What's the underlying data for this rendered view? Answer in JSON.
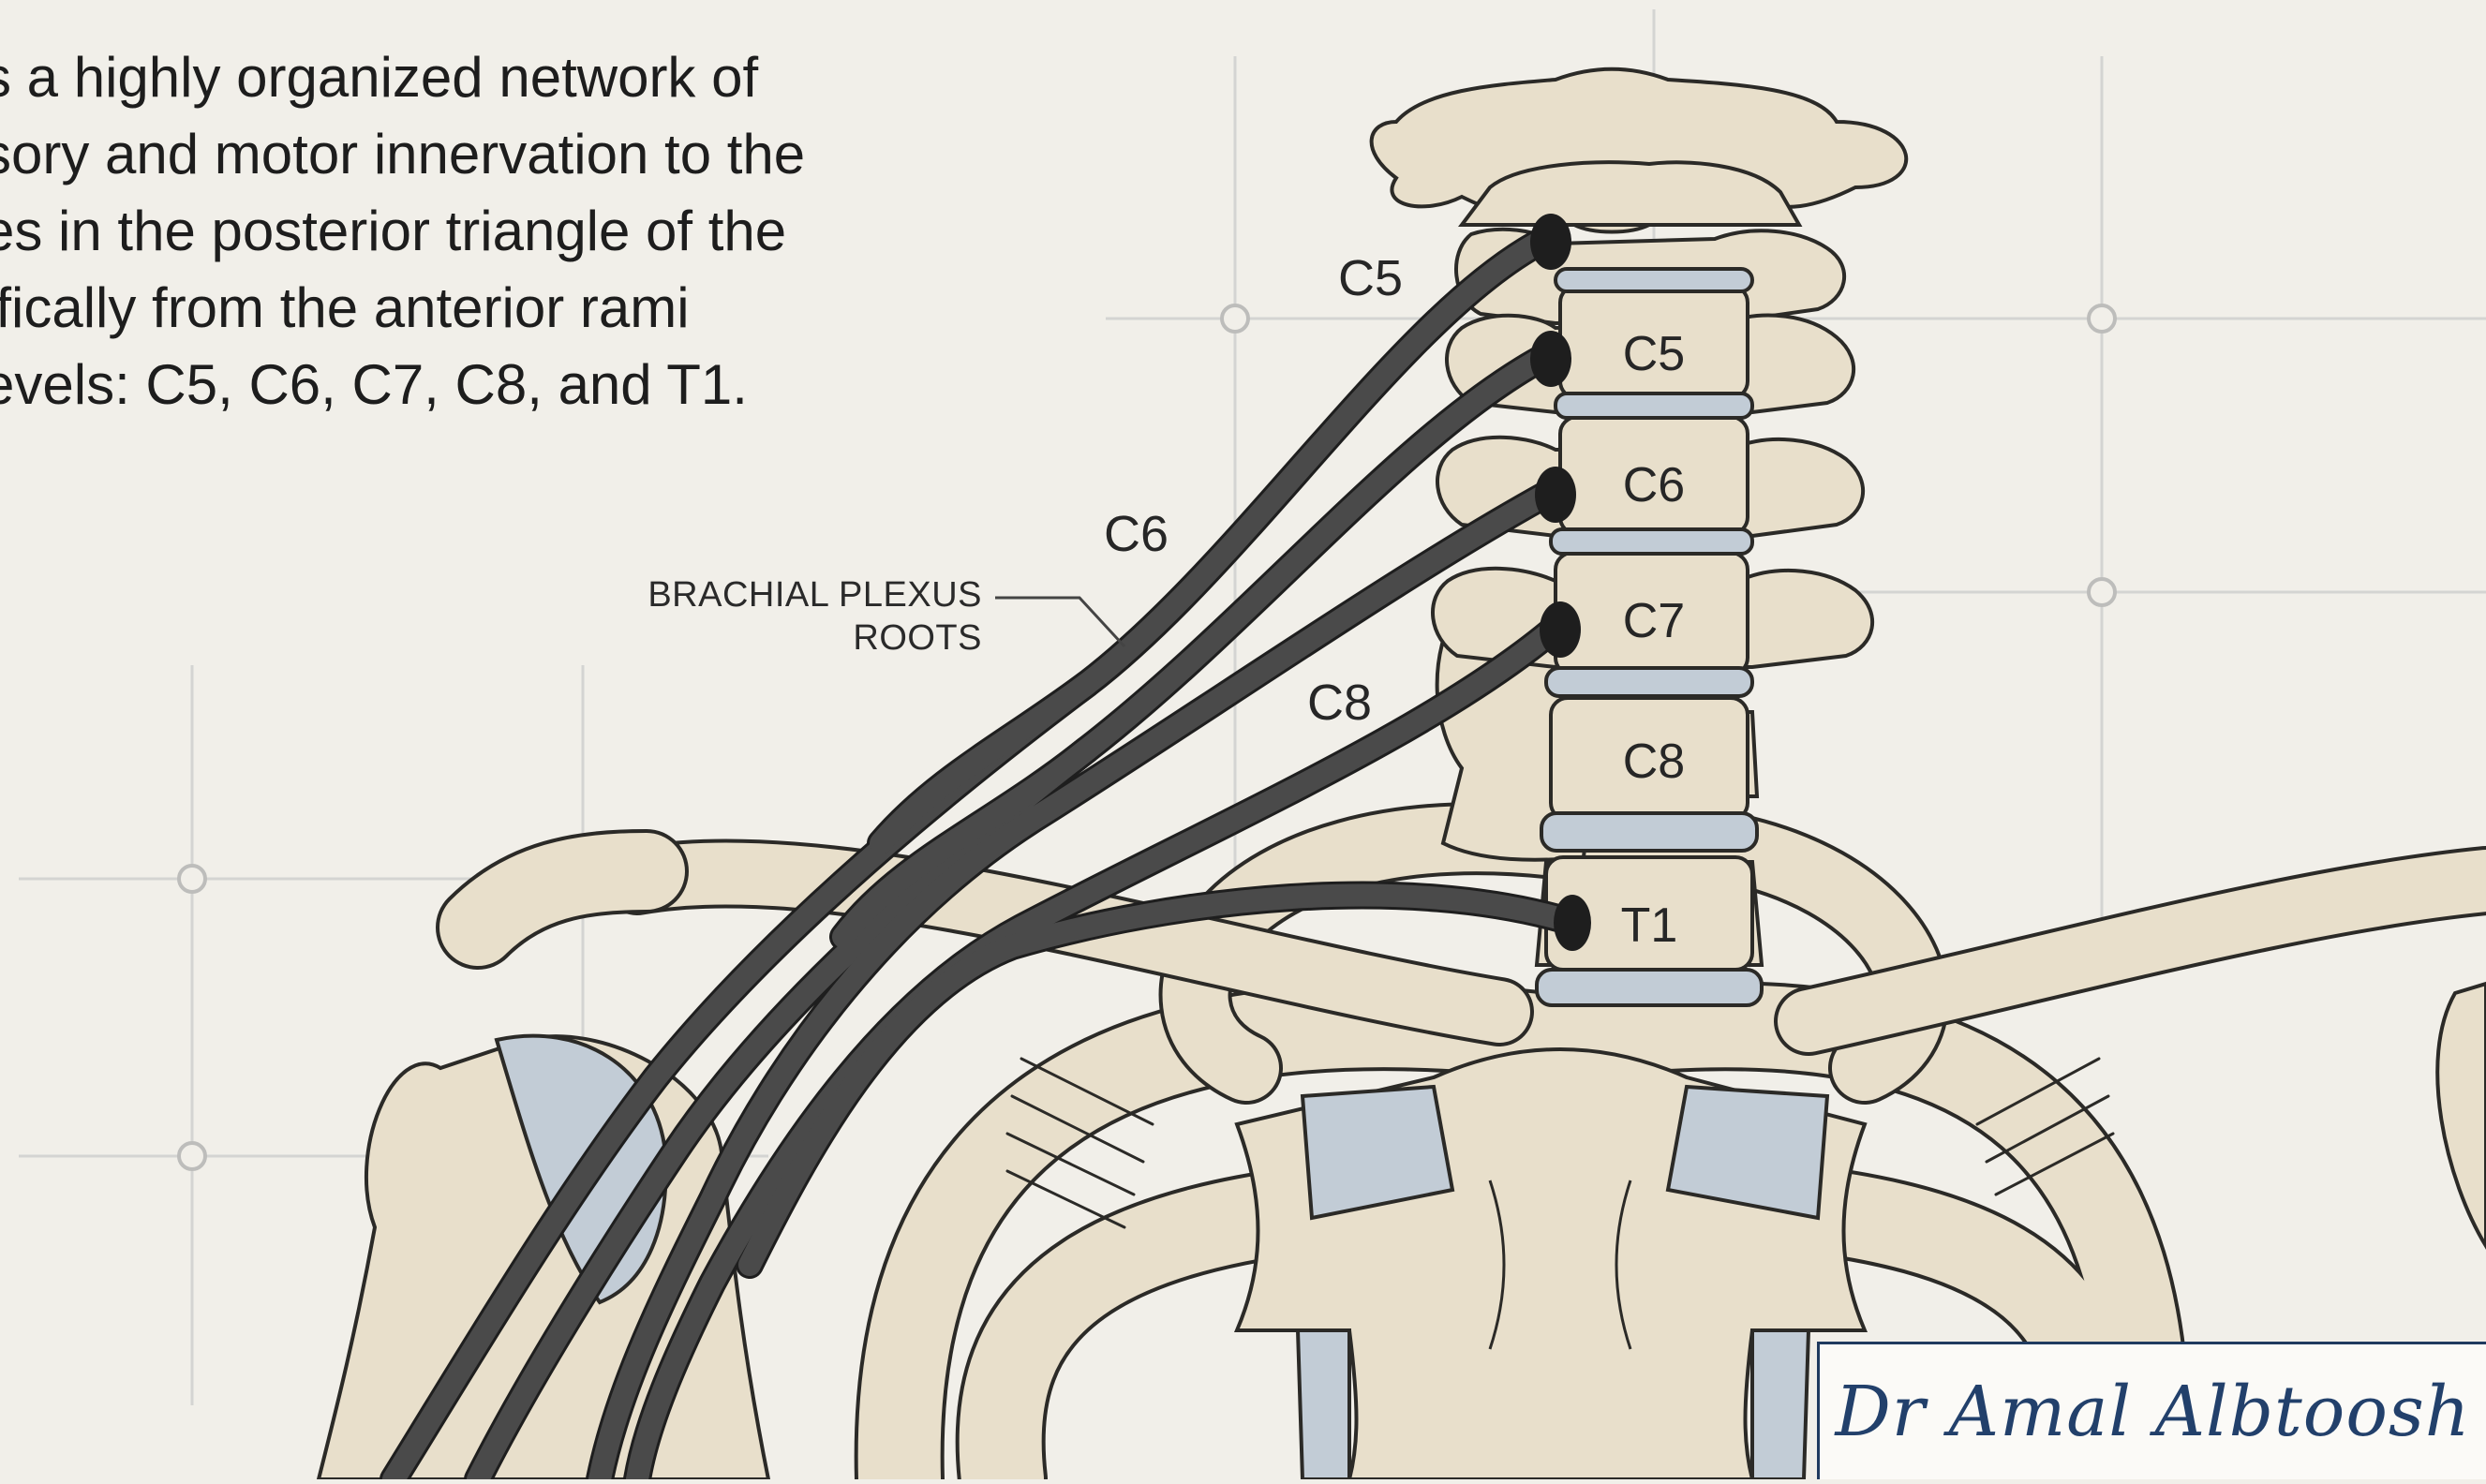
{
  "intro_lines": [
    "s a highly organized network of",
    "sory and motor innervation to the",
    "es in the posterior triangle of the",
    "ifically from the anterior rami",
    "evels: C5, C6, C7, C8, and T1."
  ],
  "callout": {
    "line1": "BRACHIAL PLEXUS",
    "line2": "ROOTS"
  },
  "root_labels": {
    "c5": "C5",
    "c6": "C6",
    "c8": "C8"
  },
  "vertebra_labels": [
    "C5",
    "C6",
    "C7",
    "C8",
    "T1"
  ],
  "signature": "Dr Amal Albtoosh",
  "colors": {
    "background": "#f1efe9",
    "bone": "#e8dfcb",
    "bone_outline": "#2b2a27",
    "nerve": "#4a4a4a",
    "disc": "#c2ccd6",
    "grid": "#d6d6d4",
    "signature_ink": "#22406b"
  }
}
